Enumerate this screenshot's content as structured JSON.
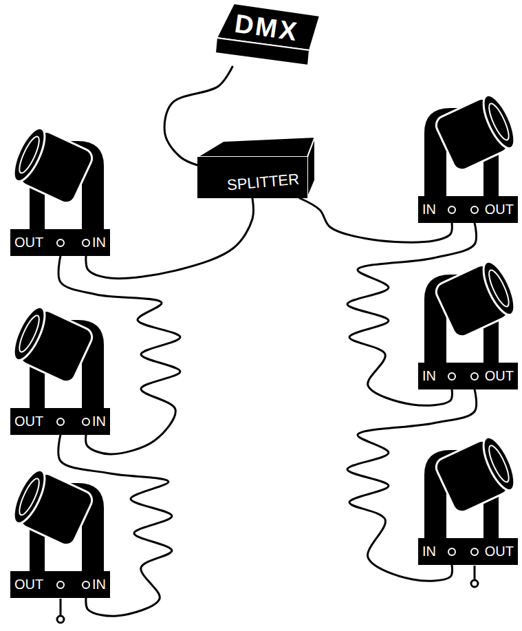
{
  "diagram": {
    "nodes": [
      {
        "text": [
          "DMX"
        ]
      },
      {
        "text": [
          "SPLITTER"
        ]
      },
      {
        "text": [
          "OUT",
          "IN"
        ]
      },
      {
        "text": [
          "IN",
          "OUT"
        ]
      },
      {
        "text": [
          "OUT",
          "IN"
        ]
      },
      {
        "text": [
          "IN",
          "OUT"
        ]
      },
      {
        "text": [
          "OUT",
          "IN"
        ]
      },
      {
        "text": [
          "IN",
          "OUT"
        ]
      }
    ],
    "edges": [
      {
        "from": 0,
        "to": 1,
        "arrow": "none"
      },
      {
        "from": 1,
        "to": 2,
        "arrow": "none"
      },
      {
        "from": 1,
        "to": 3,
        "arrow": "none"
      },
      {
        "from": 2,
        "to": 4,
        "arrow": "none"
      },
      {
        "from": 4,
        "to": 6,
        "arrow": "none"
      },
      {
        "from": 3,
        "to": 5,
        "arrow": "none"
      },
      {
        "from": 5,
        "to": 7,
        "arrow": "none"
      }
    ]
  }
}
